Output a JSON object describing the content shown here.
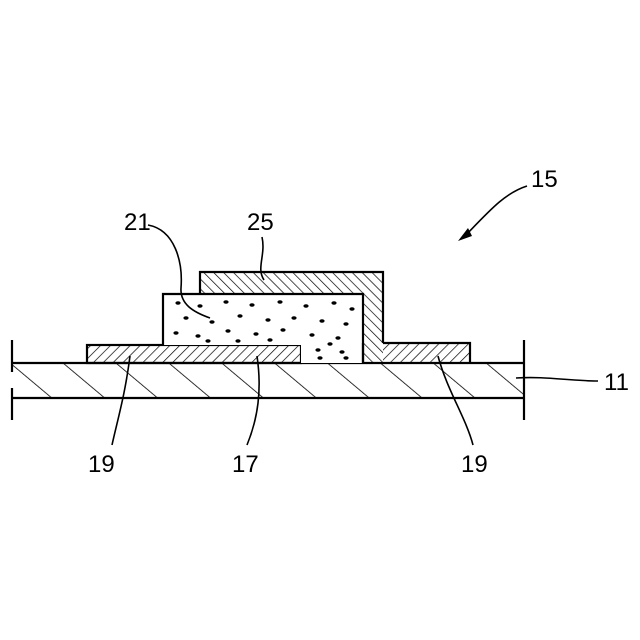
{
  "labels": {
    "assembly": "15",
    "particle_layer": "21",
    "cover_layer": "25",
    "substrate": "11",
    "center_pad": "17",
    "pad_left": "19",
    "pad_right": "19"
  },
  "colors": {
    "ink": "#000000",
    "background": "#ffffff"
  }
}
